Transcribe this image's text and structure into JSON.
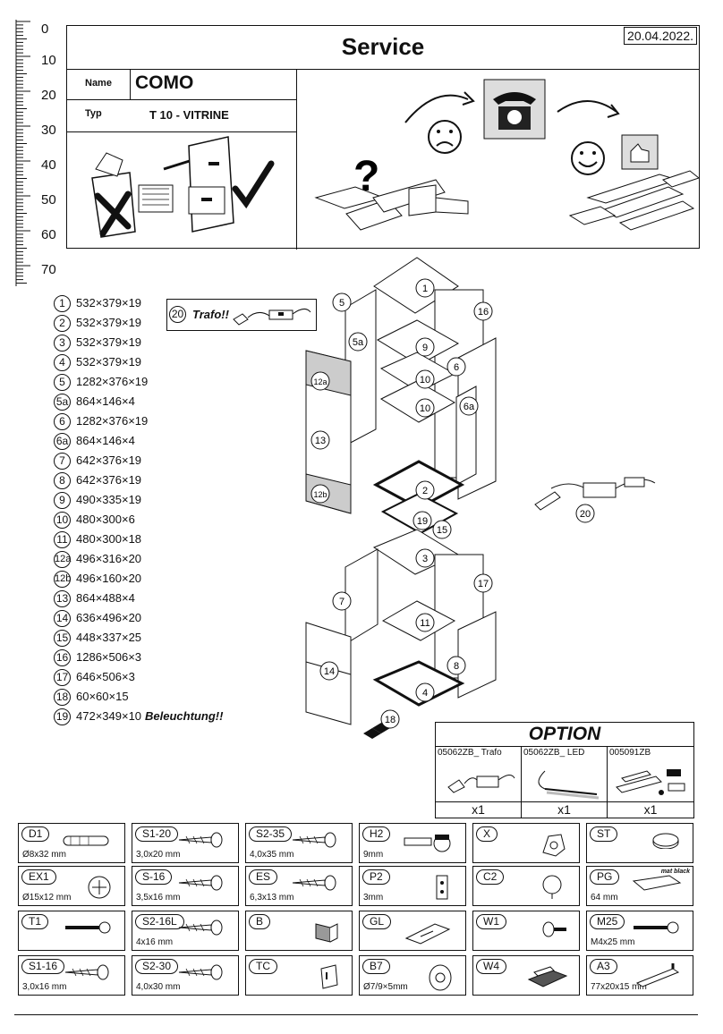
{
  "ruler": {
    "labels": [
      "0",
      "10",
      "20",
      "30",
      "40",
      "50",
      "60",
      "70"
    ]
  },
  "header": {
    "title": "Service",
    "date": "20.04.2022.",
    "name_label": "Name",
    "name_value": "COMO",
    "typ_label": "Typ",
    "typ_value": "T 10 - VITRINE"
  },
  "parts": [
    {
      "n": "1",
      "dim": "532×379×19"
    },
    {
      "n": "2",
      "dim": "532×379×19"
    },
    {
      "n": "3",
      "dim": "532×379×19"
    },
    {
      "n": "4",
      "dim": "532×379×19"
    },
    {
      "n": "5",
      "dim": "1282×376×19"
    },
    {
      "n": "5a",
      "dim": "864×146×4"
    },
    {
      "n": "6",
      "dim": "1282×376×19"
    },
    {
      "n": "6a",
      "dim": "864×146×4"
    },
    {
      "n": "7",
      "dim": "642×376×19"
    },
    {
      "n": "8",
      "dim": "642×376×19"
    },
    {
      "n": "9",
      "dim": "490×335×19"
    },
    {
      "n": "10",
      "dim": "480×300×6"
    },
    {
      "n": "11",
      "dim": "480×300×18"
    },
    {
      "n": "12a",
      "dim": "496×316×20"
    },
    {
      "n": "12b",
      "dim": "496×160×20"
    },
    {
      "n": "13",
      "dim": "864×488×4"
    },
    {
      "n": "14",
      "dim": "636×496×20"
    },
    {
      "n": "15",
      "dim": "448×337×25"
    },
    {
      "n": "16",
      "dim": "1286×506×3"
    },
    {
      "n": "17",
      "dim": "646×506×3"
    },
    {
      "n": "18",
      "dim": "60×60×15"
    },
    {
      "n": "19",
      "dim": "472×349×10",
      "extra": "Beleuchtung!!"
    }
  ],
  "trafo": {
    "n": "20",
    "label": "Trafo!!"
  },
  "diagram_labels": [
    "1",
    "5",
    "16",
    "5a",
    "9",
    "6",
    "12a",
    "10",
    "10",
    "6a",
    "13",
    "2",
    "12b",
    "19",
    "15",
    "20",
    "3",
    "17",
    "7",
    "11",
    "14",
    "8",
    "4",
    "18"
  ],
  "option": {
    "title": "OPTION",
    "items": [
      {
        "code": "05062ZB_ Trafo",
        "qty": "x1"
      },
      {
        "code": "05062ZB_ LED",
        "qty": "x1"
      },
      {
        "code": "005091ZB",
        "qty": "x1"
      }
    ]
  },
  "hardware": [
    {
      "code": "D1",
      "dim": "Ø8x32 mm",
      "icon": "dowel-icon"
    },
    {
      "code": "S1-20",
      "dim": "3,0x20 mm",
      "icon": "screw-icon"
    },
    {
      "code": "S2-35",
      "dim": "4,0x35 mm",
      "icon": "screw-icon"
    },
    {
      "code": "H2",
      "dim": "9mm",
      "icon": "hinge-icon"
    },
    {
      "code": "X",
      "dim": "",
      "icon": "clip-icon"
    },
    {
      "code": "ST",
      "dim": "",
      "icon": "pad-icon"
    },
    {
      "code": "EX1",
      "dim": "Ø15x12 mm",
      "icon": "cam-lock-icon"
    },
    {
      "code": "S-16",
      "dim": "3,5x16 mm",
      "icon": "screw-icon"
    },
    {
      "code": "ES",
      "dim": "6,3x13 mm",
      "icon": "screw-icon"
    },
    {
      "code": "P2",
      "dim": "3mm",
      "icon": "plate-icon"
    },
    {
      "code": "C2",
      "dim": "",
      "icon": "cap-icon"
    },
    {
      "code": "PG",
      "dim": "64 mm",
      "icon": "handle-icon",
      "note": "mat black"
    },
    {
      "code": "T1",
      "dim": "",
      "icon": "bolt-icon"
    },
    {
      "code": "S2-16L",
      "dim": "4x16 mm",
      "icon": "screw-icon"
    },
    {
      "code": "B",
      "dim": "",
      "icon": "bracket-icon"
    },
    {
      "code": "GL",
      "dim": "",
      "icon": "glass-holder-icon"
    },
    {
      "code": "W1",
      "dim": "",
      "icon": "pin-icon"
    },
    {
      "code": "M25",
      "dim": "M4x25 mm",
      "icon": "bolt-icon"
    },
    {
      "code": "S1-16",
      "dim": "3,0x16 mm",
      "icon": "screw-icon"
    },
    {
      "code": "S2-30",
      "dim": "4,0x30 mm",
      "icon": "screw-icon"
    },
    {
      "code": "TC",
      "dim": "",
      "icon": "block-icon"
    },
    {
      "code": "B7",
      "dim": "Ø7/9×5mm",
      "icon": "bumper-icon"
    },
    {
      "code": "W4",
      "dim": "",
      "icon": "clamp-icon"
    },
    {
      "code": "A3",
      "dim": "77x20x15 mm",
      "icon": "angle-icon"
    }
  ]
}
